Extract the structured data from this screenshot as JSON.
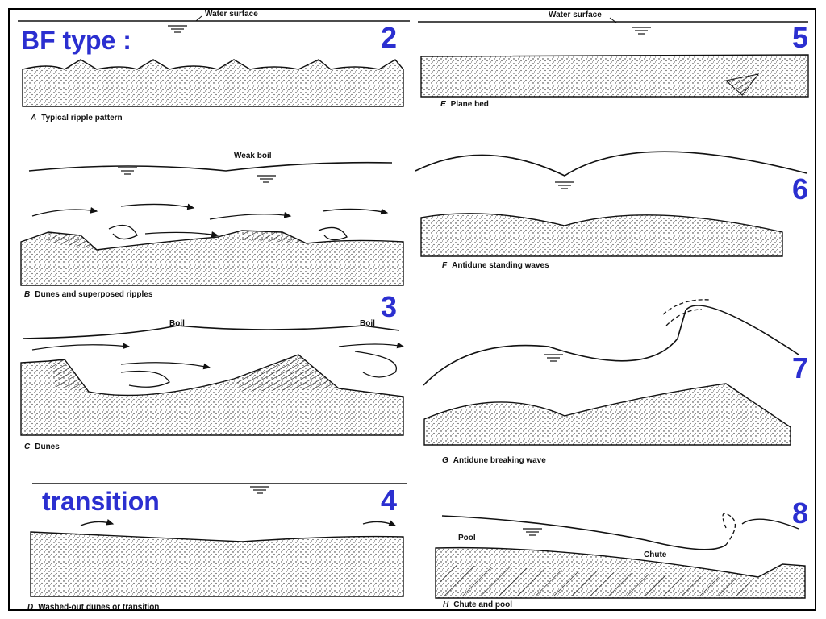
{
  "header": {
    "bf_type_label": "BF type :",
    "transition_label": "transition",
    "water_surface_left": "Water surface",
    "water_surface_right": "Water surface"
  },
  "panels": [
    {
      "letter": "A",
      "caption": "Typical ripple pattern",
      "bf_number": "2"
    },
    {
      "letter": "B",
      "caption": "Dunes and superposed ripples",
      "annotation": "Weak boil"
    },
    {
      "letter": "C",
      "caption": "Dunes",
      "bf_number": "3",
      "annotation_1": "Boil",
      "annotation_2": "Boil"
    },
    {
      "letter": "D",
      "caption": "Washed-out dunes or transition",
      "bf_number": "4"
    },
    {
      "letter": "E",
      "caption": "Plane bed",
      "bf_number": "5"
    },
    {
      "letter": "F",
      "caption": "Antidune standing waves",
      "bf_number": "6"
    },
    {
      "letter": "G",
      "caption": "Antidune breaking wave",
      "bf_number": "7"
    },
    {
      "letter": "H",
      "caption": "Chute and pool",
      "bf_number": "8",
      "annotation_1": "Pool",
      "annotation_2": "Chute"
    }
  ],
  "colors": {
    "accent": "#2b2fd0",
    "ink": "#111111",
    "background": "#ffffff"
  }
}
